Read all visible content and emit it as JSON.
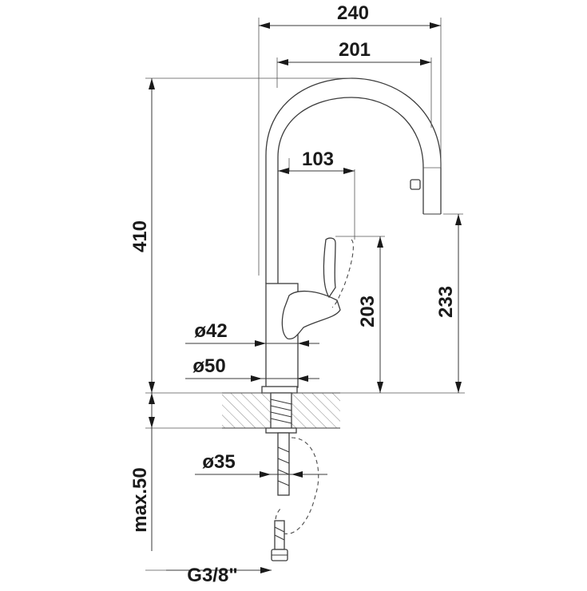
{
  "drawing": {
    "dimensions": {
      "overall_width": "240",
      "spout_reach": "201",
      "handle_reach": "103",
      "total_height": "410",
      "spout_outlet_height": "233",
      "handle_height": "203",
      "base_diameter_inner": "ø42",
      "base_diameter_outer": "ø50",
      "hole_diameter": "ø35",
      "max_counter_thickness": "max.50",
      "thread": "G3/8\""
    }
  }
}
